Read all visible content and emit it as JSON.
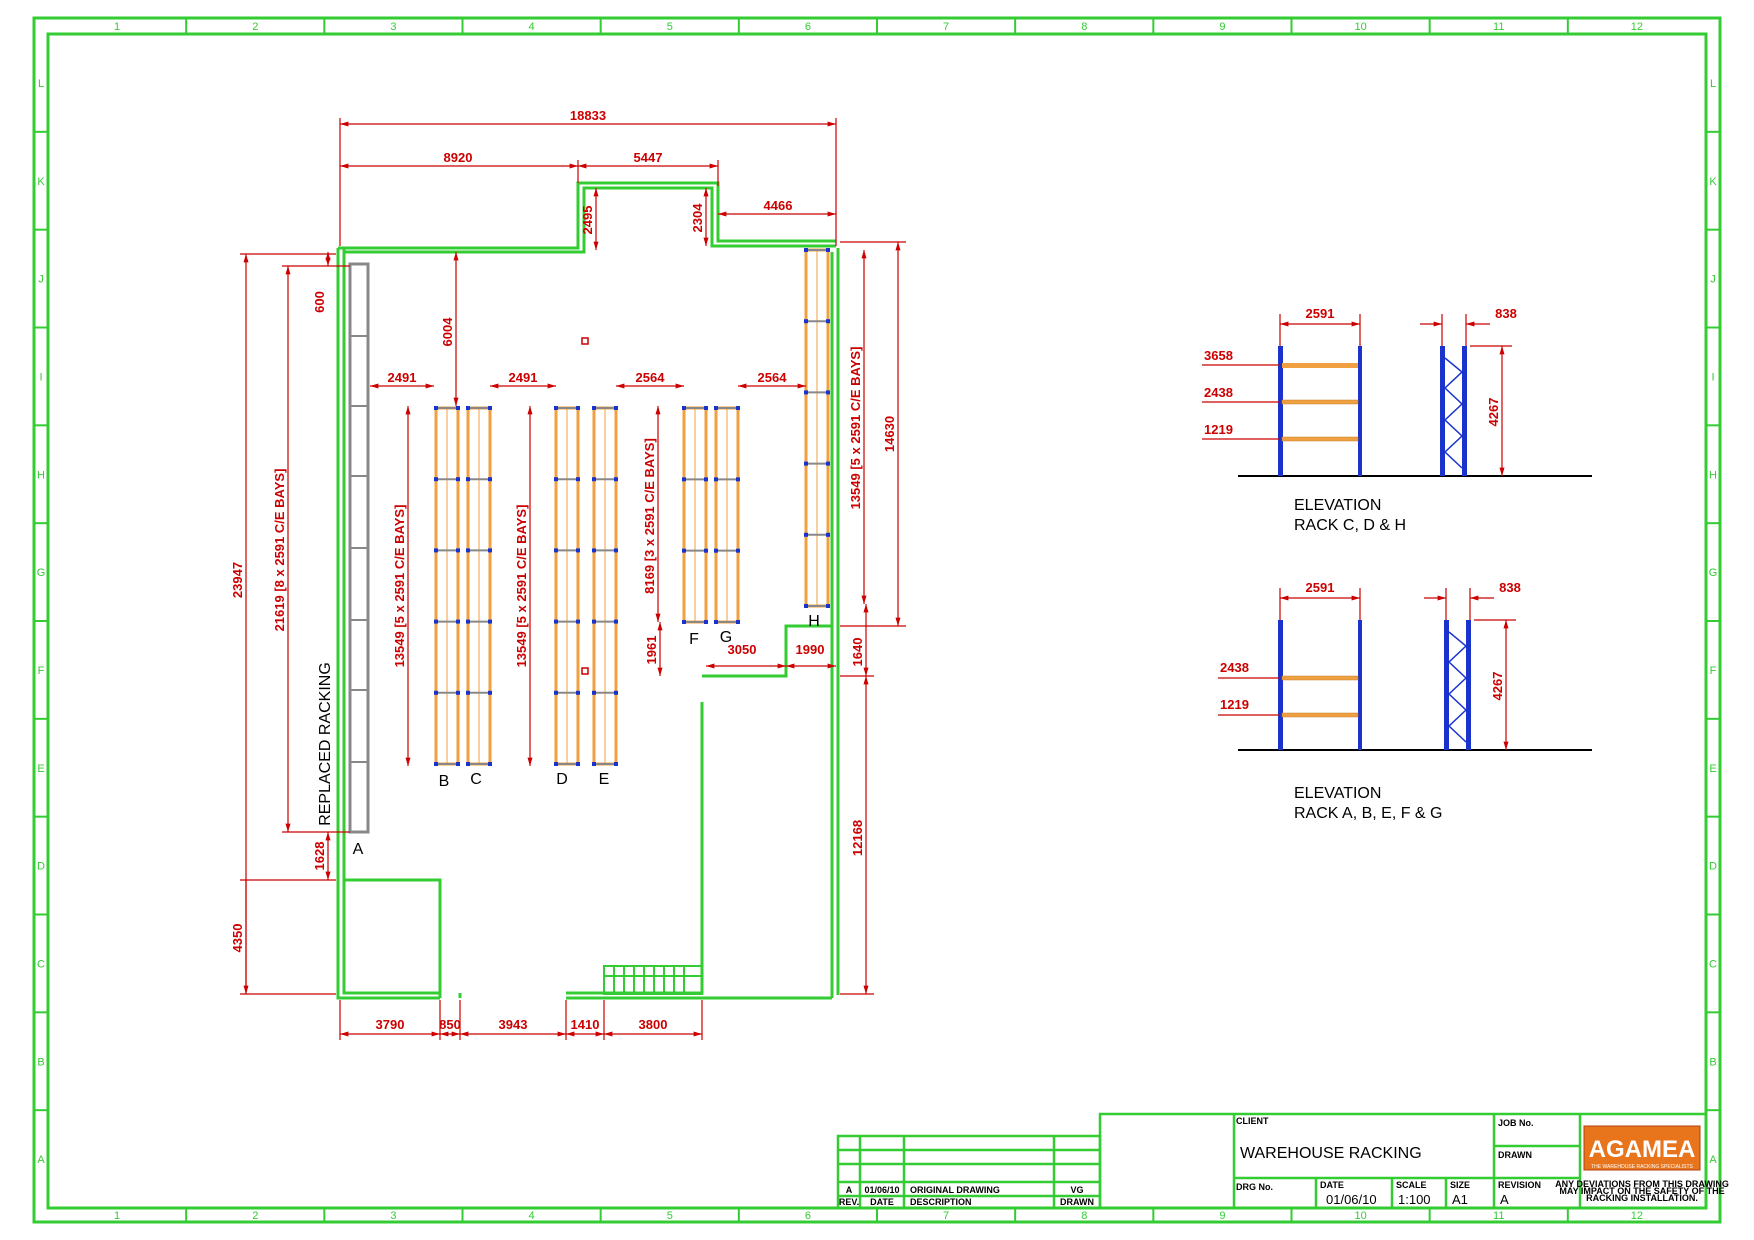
{
  "grid": {
    "columns": [
      "1",
      "2",
      "3",
      "4",
      "5",
      "6",
      "7",
      "8",
      "9",
      "10",
      "11",
      "12"
    ],
    "rows": [
      "L",
      "K",
      "J",
      "I",
      "H",
      "G",
      "F",
      "E",
      "D",
      "C",
      "B",
      "A"
    ]
  },
  "plan": {
    "dims_top": {
      "overall": "18833",
      "left": "8920",
      "mid": "5447",
      "right": "4466",
      "step_left": "2495",
      "step_right": "2304"
    },
    "dims_left": {
      "overall": "23947",
      "rack_a": "21619 [8 x 2591 C/E BAYS]",
      "gap_top": "600",
      "gap_bottom": "1628",
      "lower": "4350"
    },
    "dims_right": {
      "overall": "14630",
      "rack_h": "13549 [5 x 2591 C/E BAYS]",
      "gap": "1640",
      "lower": "12168"
    },
    "dims_aisles": {
      "a1": "2491",
      "a2": "2491",
      "a3": "2564",
      "a4": "2564",
      "top_gap": "6004"
    },
    "dims_racks": {
      "bc": "13549 [5 x 2591 C/E BAYS]",
      "de": "13549 [5 x 2591 C/E BAYS]",
      "fg": "8169 [3 x 2591 C/E BAYS]"
    },
    "dims_mid": {
      "d1961": "1961",
      "d3050": "3050",
      "d1990": "1990"
    },
    "dims_bottom": {
      "b1": "3790",
      "b2": "850",
      "b3": "3943",
      "b4": "1410",
      "b5": "3800"
    },
    "labels": {
      "a": "A",
      "b": "B",
      "c": "C",
      "d": "D",
      "e": "E",
      "f": "F",
      "g": "G",
      "h": "H",
      "replaced": "REPLACED RACKING"
    }
  },
  "elevation_1": {
    "title": "ELEVATION",
    "subtitle": "RACK C, D & H",
    "width": "2591",
    "depth": "838",
    "height": "4267",
    "levels": [
      "3658",
      "2438",
      "1219"
    ]
  },
  "elevation_2": {
    "title": "ELEVATION",
    "subtitle": "RACK A, B, E, F & G",
    "width": "2591",
    "depth": "838",
    "height": "4267",
    "levels": [
      "2438",
      "1219"
    ]
  },
  "title_block": {
    "client_label": "CLIENT",
    "job_label": "JOB No.",
    "drawn_label": "DRAWN",
    "title": "WAREHOUSE RACKING",
    "drg_label": "DRG No.",
    "date_label": "DATE",
    "scale_label": "SCALE",
    "size_label": "SIZE",
    "revision_label": "REVISION",
    "date": "01/06/10",
    "scale": "1:100",
    "size": "A1",
    "revision": "A",
    "rev_row": {
      "rev": "A",
      "date": "01/06/10",
      "description": "ORIGINAL DRAWING",
      "drawn": "VG"
    },
    "rev_headers": {
      "rev": "REV.",
      "date": "DATE",
      "description": "DESCRIPTION",
      "drawn": "DRAWN"
    },
    "logo_text": "AGAMEA",
    "logo_tagline": "THE WAREHOUSE RACKING SPECIALISTS",
    "disclaimer": [
      "ANY DEVIATIONS FROM THIS DRAWING",
      "MAY IMPACT ON THE SAFETY OF THE",
      "RACKING INSTALLATION."
    ],
    "colors": {
      "logo_bg": "#e8741c",
      "border": "#33cc33",
      "dim": "#cc0000",
      "rack": "#f0a040",
      "upright": "#1a33cc"
    }
  }
}
